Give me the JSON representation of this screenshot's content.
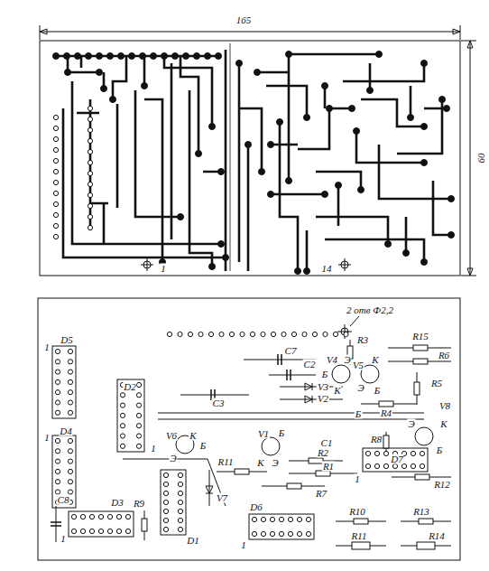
{
  "diagram": {
    "labels": [
      "165",
      "60",
      "1",
      "14",
      "2 отв Ф2,2",
      "R3",
      "R15",
      "1",
      "D5",
      "C7",
      "C2",
      "R6",
      "V4",
      "Э",
      "V5",
      "К",
      "Б",
      "К",
      "Э",
      "Б",
      "D2",
      "C3",
      "V3",
      "V2",
      "R5",
      "Б",
      "R4",
      "V8",
      "Э",
      "К",
      "Б",
      "D4",
      "1",
      "1",
      "V6",
      "К",
      "Э",
      "Б",
      "R11",
      "V1",
      "Б",
      "К",
      "Э",
      "C1",
      "R8",
      "R2",
      "R1",
      "R7",
      "1",
      "D7",
      "R12",
      "V7",
      "C8",
      "D3",
      "R9",
      "1",
      "D1",
      "D6",
      "1",
      "R10",
      "R13",
      "R11",
      "R14"
    ]
  }
}
